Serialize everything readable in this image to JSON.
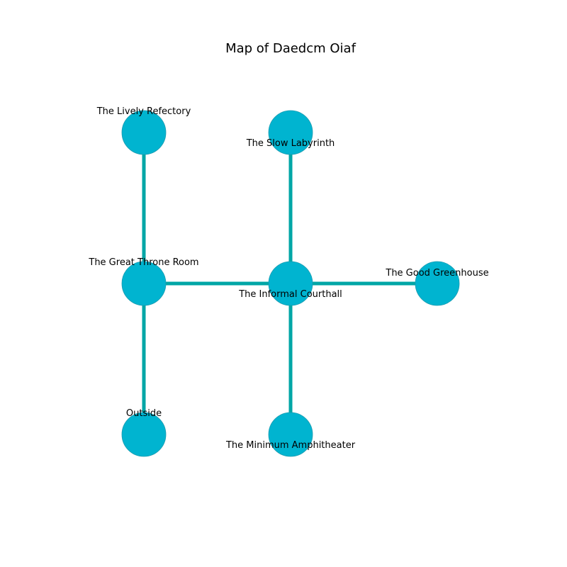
{
  "title": "Map of Daedcm Oiaf",
  "colors": {
    "node": "#00b4d0",
    "edge": "#00a6a6"
  },
  "rooms": [
    {
      "id": "lively-refectory",
      "name": "The Lively Refectory"
    },
    {
      "id": "slow-labyrinth",
      "name": "The Slow Labyrinth"
    },
    {
      "id": "great-throne-room",
      "name": "The Great Throne Room"
    },
    {
      "id": "informal-courthall",
      "name": "The Informal Courthall"
    },
    {
      "id": "good-greenhouse",
      "name": "The Good Greenhouse"
    },
    {
      "id": "outside",
      "name": "Outside"
    },
    {
      "id": "minimum-amphitheater",
      "name": "The Minimum Amphitheater"
    }
  ],
  "connections": [
    [
      "lively-refectory",
      "great-throne-room"
    ],
    [
      "great-throne-room",
      "informal-courthall"
    ],
    [
      "great-throne-room",
      "outside"
    ],
    [
      "slow-labyrinth",
      "informal-courthall"
    ],
    [
      "informal-courthall",
      "good-greenhouse"
    ],
    [
      "informal-courthall",
      "minimum-amphitheater"
    ]
  ]
}
